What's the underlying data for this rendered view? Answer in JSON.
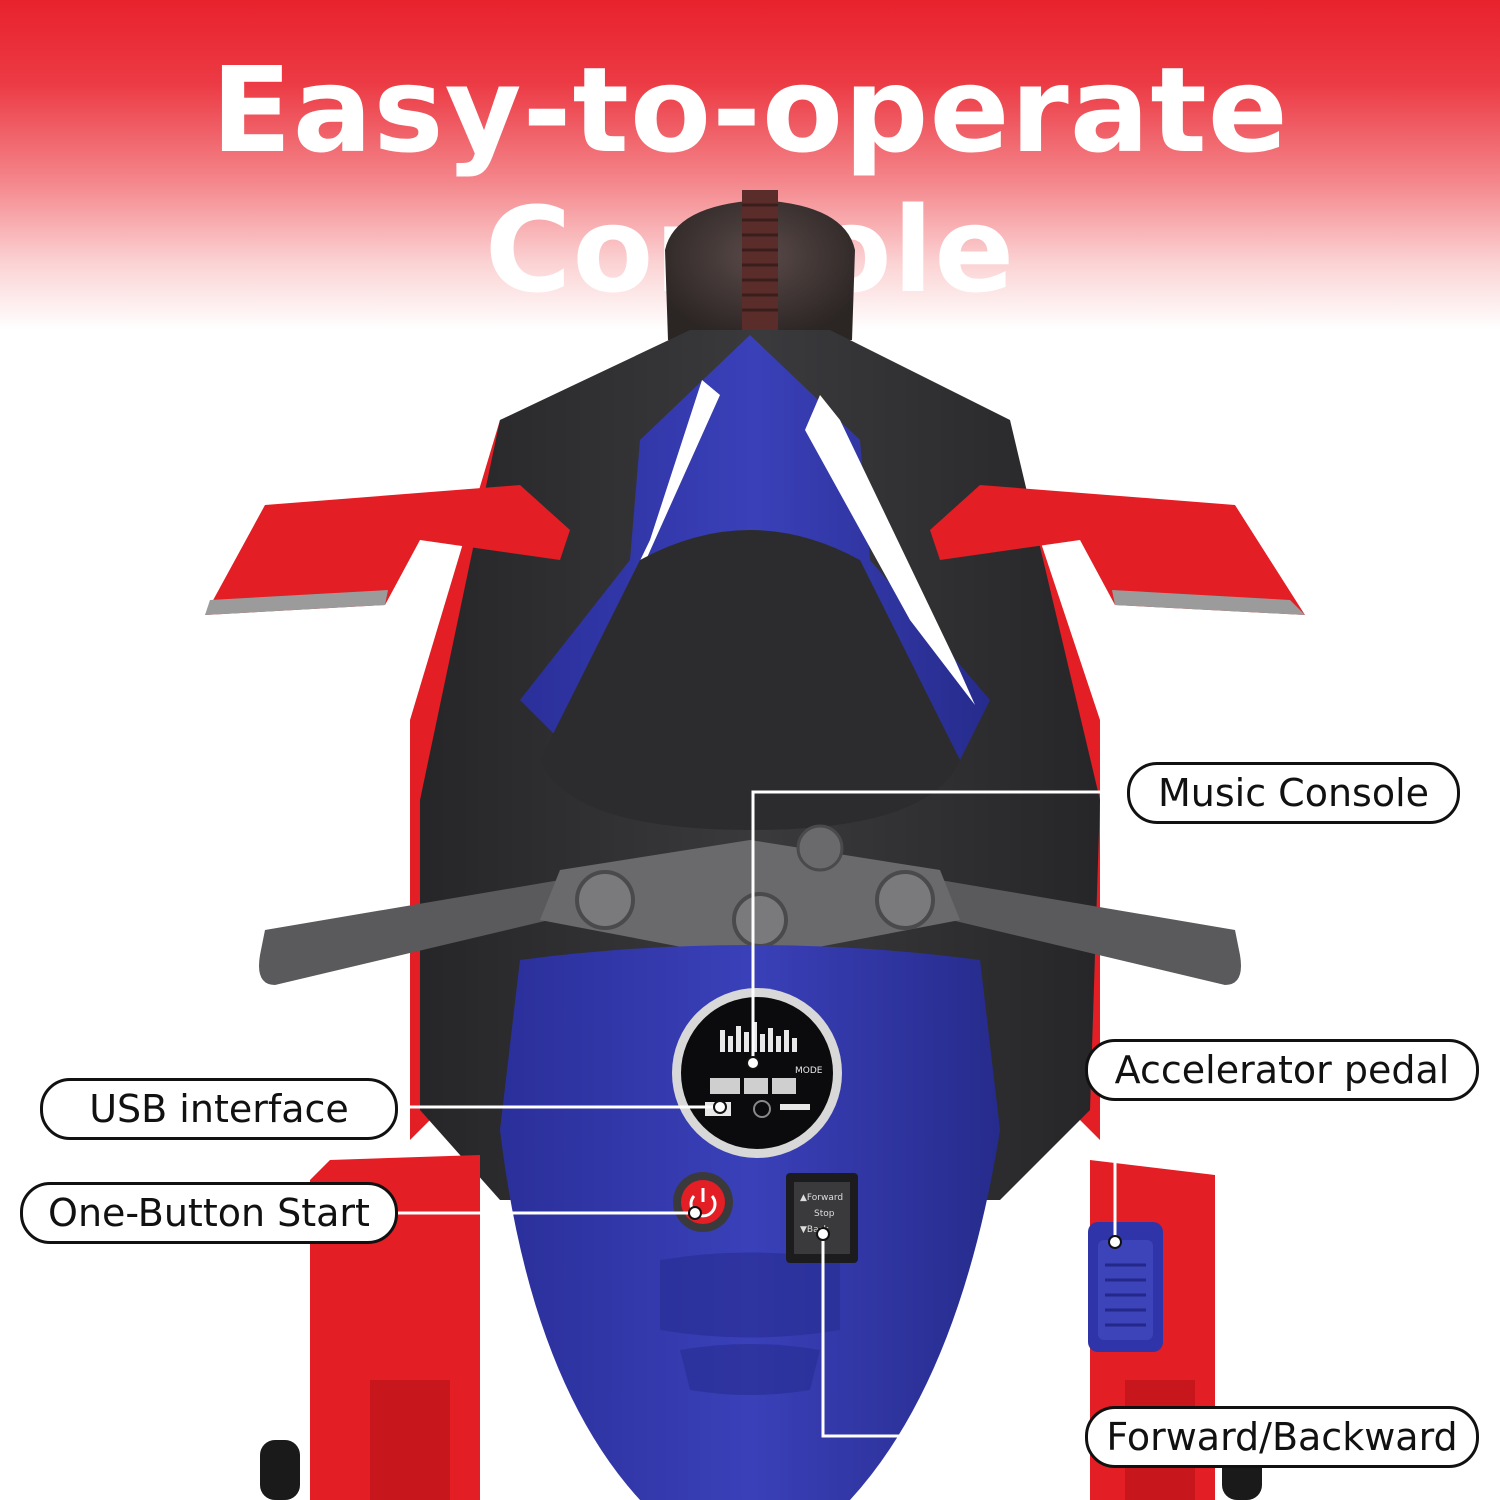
{
  "title": "Easy-to-operate Console",
  "callouts": {
    "music": "Music Console",
    "accelerator": "Accelerator pedal",
    "usb": "USB interface",
    "start": "One-Button Start",
    "direction": "Forward/Backward"
  },
  "switch_labels": {
    "forward": "▲Forward",
    "stop": "Stop",
    "back": "▼Back"
  },
  "dashboard_labels": {
    "mode": "MODE"
  },
  "colors": {
    "banner_red": "#e8222d",
    "body_red": "#e31e24",
    "tank_blue": "#2f35a8",
    "frame_dark": "#2e2e30"
  }
}
